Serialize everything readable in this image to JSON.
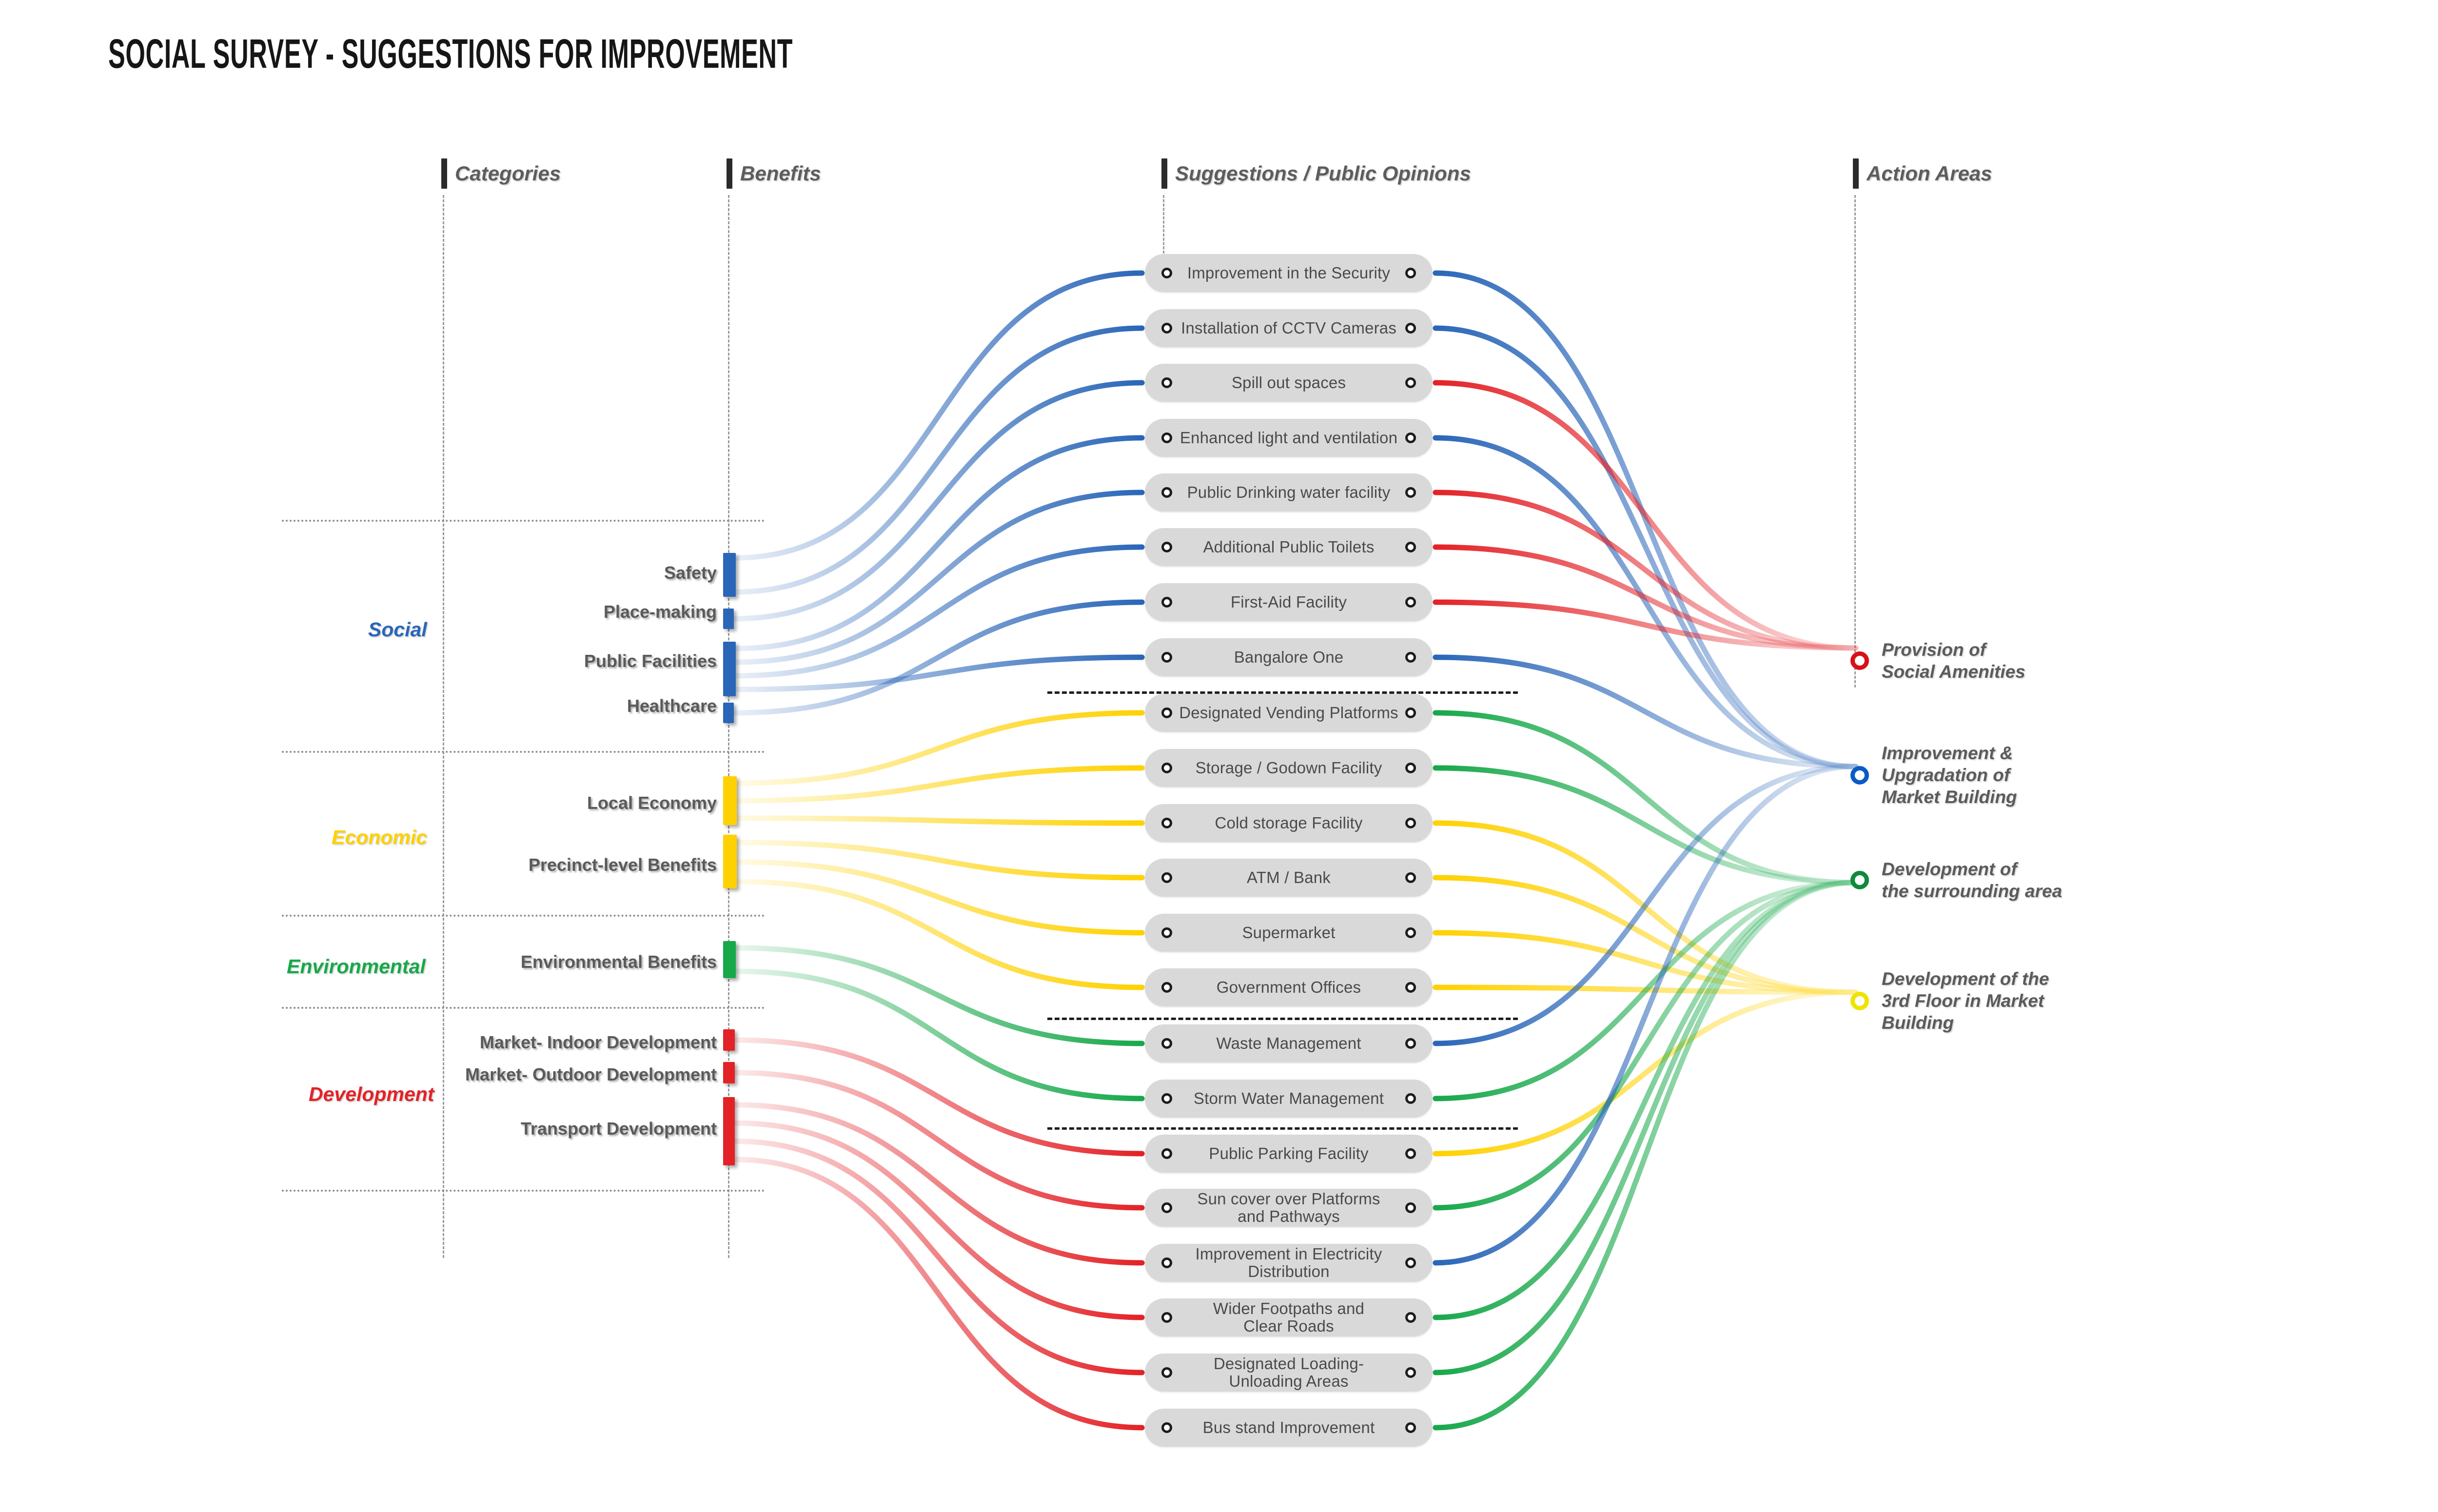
{
  "title": "SOCIAL SURVEY - SUGGESTIONS FOR IMPROVEMENT",
  "column_headers": [
    {
      "label": "Categories"
    },
    {
      "label": "Benefits"
    },
    {
      "label": "Suggestions / Public Opinions"
    },
    {
      "label": "Action Areas"
    }
  ],
  "colors": {
    "social": "#2a66b8",
    "economic": "#FFD100",
    "environmental": "#17A84A",
    "development": "#E32227",
    "pill_bg": "#d9d9d9",
    "pill_text": "#4a4a4a",
    "label_text": "#5a5a5a",
    "guide": "#9a9a9a"
  },
  "categories": [
    {
      "name": "Social",
      "color": "#2a66b8"
    },
    {
      "name": "Economic",
      "color": "#FFD100"
    },
    {
      "name": "Environmental",
      "color": "#17A84A"
    },
    {
      "name": "Development",
      "color": "#E32227"
    }
  ],
  "benefits": [
    {
      "label": "Safety",
      "category": "Social",
      "color": "#2a66b8"
    },
    {
      "label": "Place-making",
      "category": "Social",
      "color": "#2a66b8"
    },
    {
      "label": "Public Facilities",
      "category": "Social",
      "color": "#2a66b8"
    },
    {
      "label": "Healthcare",
      "category": "Social",
      "color": "#2a66b8"
    },
    {
      "label": "Local Economy",
      "category": "Economic",
      "color": "#FFD100"
    },
    {
      "label": "Precinct-level Benefits",
      "category": "Economic",
      "color": "#FFD100"
    },
    {
      "label": "Environmental Benefits",
      "category": "Environmental",
      "color": "#17A84A"
    },
    {
      "label": "Market- Indoor Development",
      "category": "Development",
      "color": "#E32227"
    },
    {
      "label": "Market- Outdoor Development",
      "category": "Development",
      "color": "#E32227"
    },
    {
      "label": "Transport Development",
      "category": "Development",
      "color": "#E32227"
    }
  ],
  "suggestions": [
    {
      "label": "Improvement in the Security",
      "in_color": "#2a66b8",
      "out_color": "#2a66b8"
    },
    {
      "label": "Installation of CCTV Cameras",
      "in_color": "#2a66b8",
      "out_color": "#2a66b8"
    },
    {
      "label": "Spill out spaces",
      "in_color": "#2a66b8",
      "out_color": "#E32227"
    },
    {
      "label": "Enhanced light and ventilation",
      "in_color": "#2a66b8",
      "out_color": "#2a66b8"
    },
    {
      "label": "Public Drinking water facility",
      "in_color": "#2a66b8",
      "out_color": "#E32227"
    },
    {
      "label": "Additional Public Toilets",
      "in_color": "#2a66b8",
      "out_color": "#E32227"
    },
    {
      "label": "First-Aid Facility",
      "in_color": "#2a66b8",
      "out_color": "#E32227"
    },
    {
      "label": "Bangalore One",
      "in_color": "#2a66b8",
      "out_color": "#2a66b8"
    },
    {
      "label": "Designated Vending Platforms",
      "in_color": "#FFD100",
      "out_color": "#17A84A"
    },
    {
      "label": "Storage / Godown Facility",
      "in_color": "#FFD100",
      "out_color": "#17A84A"
    },
    {
      "label": "Cold storage Facility",
      "in_color": "#FFD100",
      "out_color": "#FFD100"
    },
    {
      "label": "ATM / Bank",
      "in_color": "#FFD100",
      "out_color": "#FFD100"
    },
    {
      "label": "Supermarket",
      "in_color": "#FFD100",
      "out_color": "#FFD100"
    },
    {
      "label": "Government Offices",
      "in_color": "#FFD100",
      "out_color": "#FFD100"
    },
    {
      "label": "Waste Management",
      "in_color": "#17A84A",
      "out_color": "#2a66b8"
    },
    {
      "label": "Storm Water Management",
      "in_color": "#17A84A",
      "out_color": "#17A84A"
    },
    {
      "label": "Public Parking Facility",
      "in_color": "#E32227",
      "out_color": "#FFD100"
    },
    {
      "label": "Sun cover over Platforms\nand Pathways",
      "in_color": "#E32227",
      "out_color": "#17A84A"
    },
    {
      "label": "Improvement in Electricity\nDistribution",
      "in_color": "#E32227",
      "out_color": "#2a66b8"
    },
    {
      "label": "Wider Footpaths and\nClear Roads",
      "in_color": "#E32227",
      "out_color": "#17A84A"
    },
    {
      "label": "Designated Loading-\nUnloading Areas",
      "in_color": "#E32227",
      "out_color": "#17A84A"
    },
    {
      "label": "Bus stand Improvement",
      "in_color": "#E32227",
      "out_color": "#17A84A"
    }
  ],
  "action_areas": [
    {
      "label": "Provision of\nSocial Amenities",
      "color": "#D81118"
    },
    {
      "label": "Improvement &\nUpgradation of\nMarket Building",
      "color": "#0B5BC4"
    },
    {
      "label": "Development of\nthe surrounding area",
      "color": "#0E8A3B"
    },
    {
      "label": "Development of the\n3rd Floor in Market\nBuilding",
      "color": "#EFE400"
    }
  ],
  "chart_data": {
    "type": "sankey",
    "title": "SOCIAL SURVEY - SUGGESTIONS FOR IMPROVEMENT",
    "stages": [
      "Categories",
      "Benefits",
      "Suggestions / Public Opinions",
      "Action Areas"
    ],
    "nodes": {
      "categories": [
        "Social",
        "Economic",
        "Environmental",
        "Development"
      ],
      "benefits": [
        "Safety",
        "Place-making",
        "Public Facilities",
        "Healthcare",
        "Local Economy",
        "Precinct-level Benefits",
        "Environmental Benefits",
        "Market- Indoor Development",
        "Market- Outdoor Development",
        "Transport Development"
      ],
      "suggestions": [
        "Improvement in the Security",
        "Installation of CCTV Cameras",
        "Spill out spaces",
        "Enhanced light and ventilation",
        "Public Drinking water facility",
        "Additional Public Toilets",
        "First-Aid Facility",
        "Bangalore One",
        "Designated Vending Platforms",
        "Storage / Godown Facility",
        "Cold storage Facility",
        "ATM / Bank",
        "Supermarket",
        "Government Offices",
        "Waste Management",
        "Storm Water Management",
        "Public Parking Facility",
        "Sun cover over Platforms and Pathways",
        "Improvement in Electricity Distribution",
        "Wider Footpaths and Clear Roads",
        "Designated Loading-Unloading Areas",
        "Bus stand Improvement"
      ],
      "action_areas": [
        "Provision of Social Amenities",
        "Improvement & Upgradation of Market Building",
        "Development of the surrounding area",
        "Development of the 3rd Floor in Market Building"
      ]
    },
    "links_benefit_to_suggestion": [
      {
        "source": "Safety",
        "target": "Improvement in the Security"
      },
      {
        "source": "Safety",
        "target": "Installation of CCTV Cameras"
      },
      {
        "source": "Place-making",
        "target": "Spill out spaces"
      },
      {
        "source": "Public Facilities",
        "target": "Enhanced light and ventilation"
      },
      {
        "source": "Public Facilities",
        "target": "Public Drinking water facility"
      },
      {
        "source": "Public Facilities",
        "target": "Additional Public Toilets"
      },
      {
        "source": "Healthcare",
        "target": "First-Aid Facility"
      },
      {
        "source": "Public Facilities",
        "target": "Bangalore One"
      },
      {
        "source": "Local Economy",
        "target": "Designated Vending Platforms"
      },
      {
        "source": "Local Economy",
        "target": "Storage / Godown Facility"
      },
      {
        "source": "Local Economy",
        "target": "Cold storage Facility"
      },
      {
        "source": "Precinct-level Benefits",
        "target": "ATM / Bank"
      },
      {
        "source": "Precinct-level Benefits",
        "target": "Supermarket"
      },
      {
        "source": "Precinct-level Benefits",
        "target": "Government Offices"
      },
      {
        "source": "Environmental Benefits",
        "target": "Waste Management"
      },
      {
        "source": "Environmental Benefits",
        "target": "Storm Water Management"
      },
      {
        "source": "Market- Indoor Development",
        "target": "Public Parking Facility"
      },
      {
        "source": "Market- Outdoor Development",
        "target": "Sun cover over Platforms and Pathways"
      },
      {
        "source": "Transport Development",
        "target": "Improvement in Electricity Distribution"
      },
      {
        "source": "Transport Development",
        "target": "Wider Footpaths and Clear Roads"
      },
      {
        "source": "Transport Development",
        "target": "Designated Loading-Unloading Areas"
      },
      {
        "source": "Transport Development",
        "target": "Bus stand Improvement"
      }
    ],
    "links_suggestion_to_action": [
      {
        "source": "Improvement in the Security",
        "target": "Improvement & Upgradation of Market Building"
      },
      {
        "source": "Installation of CCTV Cameras",
        "target": "Improvement & Upgradation of Market Building"
      },
      {
        "source": "Spill out spaces",
        "target": "Provision of Social Amenities"
      },
      {
        "source": "Enhanced light and ventilation",
        "target": "Improvement & Upgradation of Market Building"
      },
      {
        "source": "Public Drinking water facility",
        "target": "Provision of Social Amenities"
      },
      {
        "source": "Additional Public Toilets",
        "target": "Provision of Social Amenities"
      },
      {
        "source": "First-Aid Facility",
        "target": "Provision of Social Amenities"
      },
      {
        "source": "Bangalore One",
        "target": "Improvement & Upgradation of Market Building"
      },
      {
        "source": "Designated Vending Platforms",
        "target": "Development of the surrounding area"
      },
      {
        "source": "Storage / Godown Facility",
        "target": "Development of the surrounding area"
      },
      {
        "source": "Cold storage Facility",
        "target": "Development of the 3rd Floor in Market Building"
      },
      {
        "source": "ATM / Bank",
        "target": "Development of the 3rd Floor in Market Building"
      },
      {
        "source": "Supermarket",
        "target": "Development of the 3rd Floor in Market Building"
      },
      {
        "source": "Government Offices",
        "target": "Development of the 3rd Floor in Market Building"
      },
      {
        "source": "Waste Management",
        "target": "Improvement & Upgradation of Market Building"
      },
      {
        "source": "Storm Water Management",
        "target": "Development of the surrounding area"
      },
      {
        "source": "Public Parking Facility",
        "target": "Development of the 3rd Floor in Market Building"
      },
      {
        "source": "Sun cover over Platforms and Pathways",
        "target": "Development of the surrounding area"
      },
      {
        "source": "Improvement in Electricity Distribution",
        "target": "Improvement & Upgradation of Market Building"
      },
      {
        "source": "Wider Footpaths and Clear Roads",
        "target": "Development of the surrounding area"
      },
      {
        "source": "Designated Loading-Unloading Areas",
        "target": "Development of the surrounding area"
      },
      {
        "source": "Bus stand Improvement",
        "target": "Development of the surrounding area"
      }
    ]
  }
}
